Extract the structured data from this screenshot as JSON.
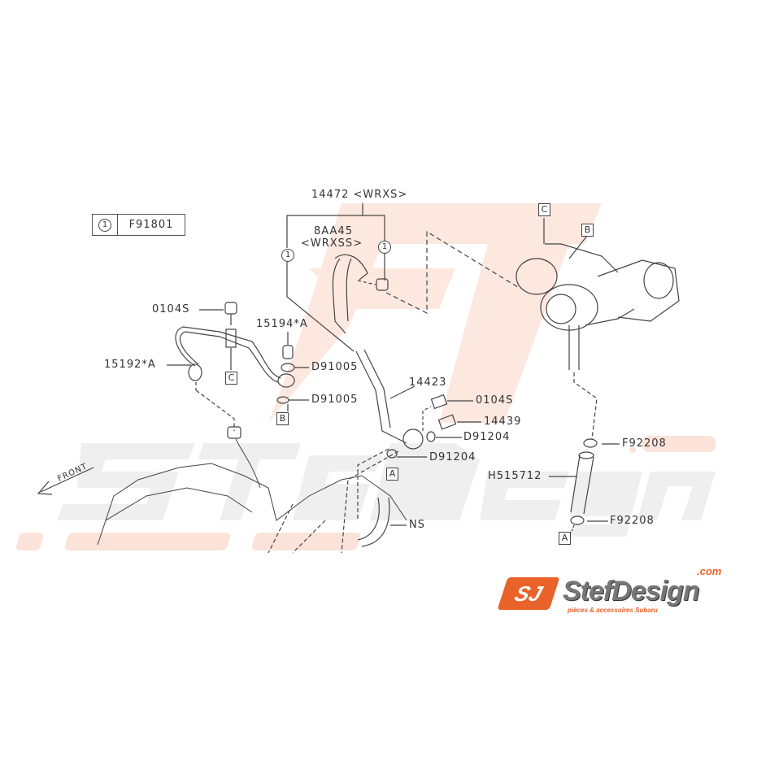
{
  "legend": {
    "symbol": "1",
    "part": "F91801"
  },
  "labels": {
    "hose_wrxs": "14472 <WRXS>",
    "hose_wrxss_code": "8AA45",
    "hose_wrxss_variant": "<WRXSS>",
    "bolt_left": "0104S",
    "bolt_union": "15194*A",
    "oil_pipe": "15192*A",
    "gasket_upper": "D91005",
    "gasket_lower": "D91005",
    "pipe_14423": "14423",
    "bolt_right": "0104S",
    "bolt_14439": "14439",
    "gasket_d91204_a": "D91204",
    "gasket_d91204_b": "D91204",
    "clamp_upper": "F92208",
    "hose_h515712": "H515712",
    "clamp_lower": "F92208",
    "ns": "NS",
    "front": "FRONT"
  },
  "refs": {
    "c": "C",
    "b": "B",
    "a": "A",
    "circle_one": "1"
  },
  "watermark": {
    "brand": "StefDesign",
    "com": ".com",
    "tagline": "pièces & accessoires Subaru"
  },
  "logo": {
    "badge": "SJ",
    "name": "StefDesign",
    "com": ".com",
    "tagline": "pièces & accessoires Subaru"
  },
  "colors": {
    "brand_orange": "#e8622a",
    "watermark_peach": "#fbe3da",
    "watermark_gray": "#ededed",
    "line": "#444444"
  }
}
